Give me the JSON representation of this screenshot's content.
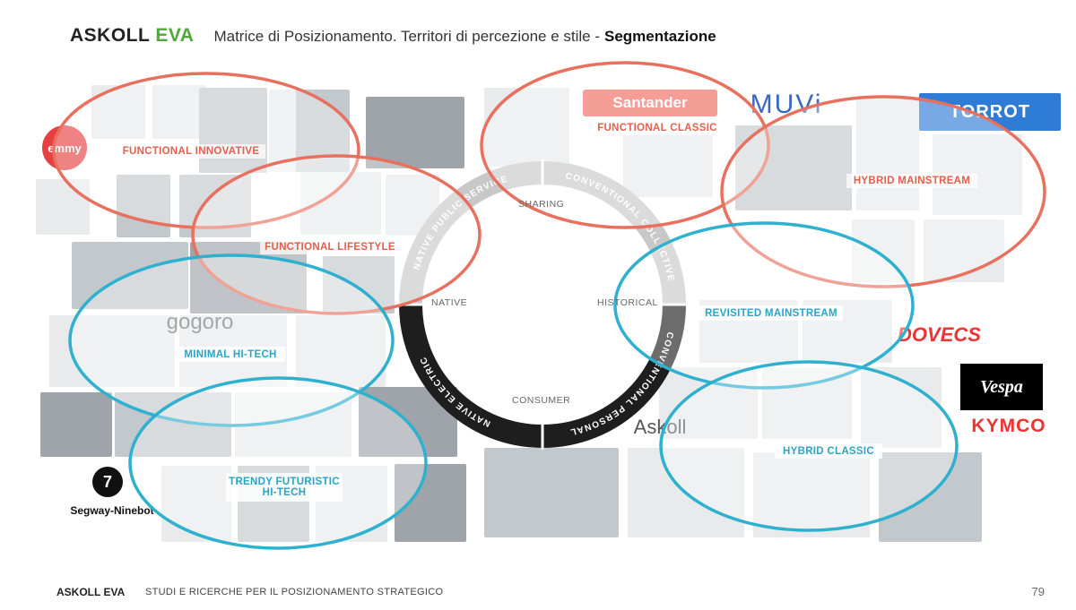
{
  "header": {
    "brand": "ASKOLL",
    "brand_accent": "EVA",
    "subtitle": "Matrice di Posizionamento. Territori di percezione e stile -",
    "subtitle_bold": "Segmentazione"
  },
  "logos": {
    "santander": "Santander",
    "muvi": "MUVi",
    "torrot": "TORROT",
    "emmy": "emmy",
    "gogoro": "gogoro",
    "askoll": "Askoll",
    "dovecs": "DOVECS",
    "vespa": "Vespa",
    "kymco": "KYMCO",
    "segway_icon": "7",
    "segway": "Segway-Ninebot"
  },
  "ring": {
    "segments": [
      "NATIVE PUBLIC SERVICE",
      "CONVENTIONAL COLLECTIVE",
      "CONVENTIONAL PERSONAL",
      "NATIVE ELECTRIC"
    ],
    "axes": {
      "top": "SHARING",
      "left": "NATIVE",
      "right": "HISTORICAL",
      "bottom": "CONSUMER"
    }
  },
  "segments": {
    "functional_innovative": "FUNCTIONAL INNOVATIVE",
    "functional_classic": "FUNCTIONAL CLASSIC",
    "hybrid_mainstream": "HYBRID MAINSTREAM",
    "functional_lifestyle": "FUNCTIONAL LIFESTYLE",
    "minimal_hitech": "MINIMAL HI-TECH",
    "revisited_mainstream": "REVISITED MAINSTREAM",
    "trendy_futuristic_1": "TRENDY FUTURISTIC",
    "trendy_futuristic_2": "HI-TECH",
    "hybrid_classic": "HYBRID CLASSIC"
  },
  "colors": {
    "red": "#e8705e",
    "blue": "#2eb0cf",
    "ring": "#1e1e1e",
    "ring_grey": "#c8c8c8"
  },
  "footer": {
    "brand": "ASKOLL EVA",
    "text": "STUDI E RICERCHE PER IL POSIZIONAMENTO STRATEGICO",
    "page": "79"
  }
}
